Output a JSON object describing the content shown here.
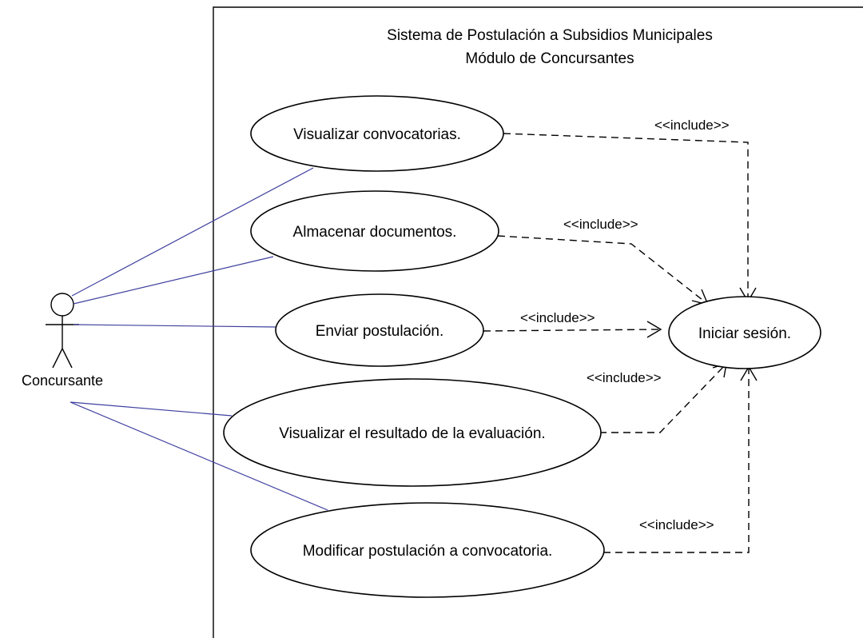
{
  "system": {
    "title_line1": "Sistema de Postulación a Subsidios Municipales",
    "title_line2": "Módulo de Concursantes"
  },
  "actor": {
    "name": "Concursante",
    "icon": "stick-figure-icon"
  },
  "use_cases": [
    {
      "id": "uc1",
      "label": "Visualizar convocatorias."
    },
    {
      "id": "uc2",
      "label": "Almacenar documentos."
    },
    {
      "id": "uc3",
      "label": "Enviar postulación."
    },
    {
      "id": "uc4",
      "label": "Visualizar el resultado de la evaluación."
    },
    {
      "id": "uc5",
      "label": "Modificar postulación a convocatoria."
    },
    {
      "id": "login",
      "label": "Iniciar sesión."
    }
  ],
  "relations": [
    {
      "from": "uc1",
      "to": "login",
      "label": "<<include>>"
    },
    {
      "from": "uc2",
      "to": "login",
      "label": "<<include>>"
    },
    {
      "from": "uc3",
      "to": "login",
      "label": "<<include>>"
    },
    {
      "from": "uc4",
      "to": "login",
      "label": "<<include>>"
    },
    {
      "from": "uc5",
      "to": "login",
      "label": "<<include>>"
    }
  ],
  "colors": {
    "association_line": "#3f3f9f",
    "outline": "#000000",
    "background": "#ffffff"
  }
}
